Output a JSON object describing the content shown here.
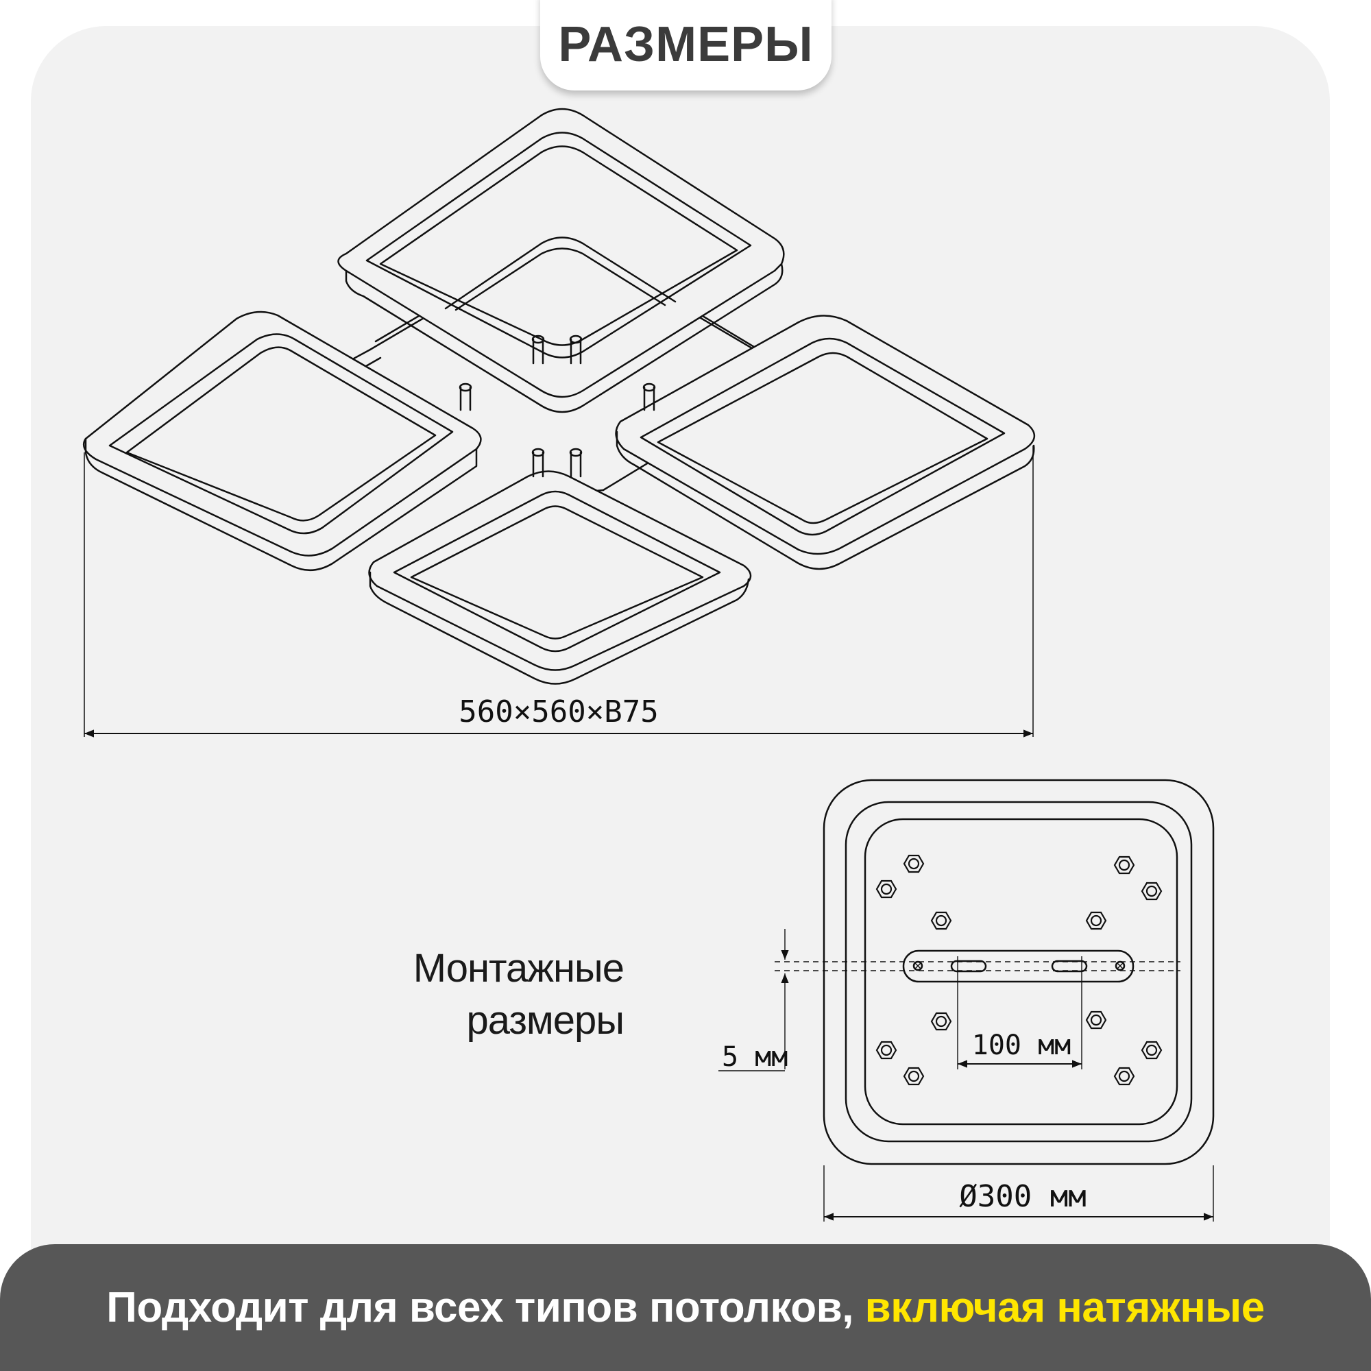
{
  "title": "РАЗМЕРЫ",
  "dimensions": {
    "overall": "560×560×В75",
    "mounting_label_line1": "Монтажные",
    "mounting_label_line2": "размеры",
    "slot_gap": "5 мм",
    "hole_spacing": "100 мм",
    "base_diameter": "Ø300 мм"
  },
  "banner": {
    "text_main": "Подходит для всех типов потолков, ",
    "text_highlight": "включая натяжные",
    "highlight_color": "#ffe600",
    "background_color": "#575757"
  },
  "colors": {
    "panel_bg": "#f2f2f2",
    "line": "#111111"
  },
  "icons": [
    "chandelier-outline",
    "mounting-plate-outline"
  ]
}
